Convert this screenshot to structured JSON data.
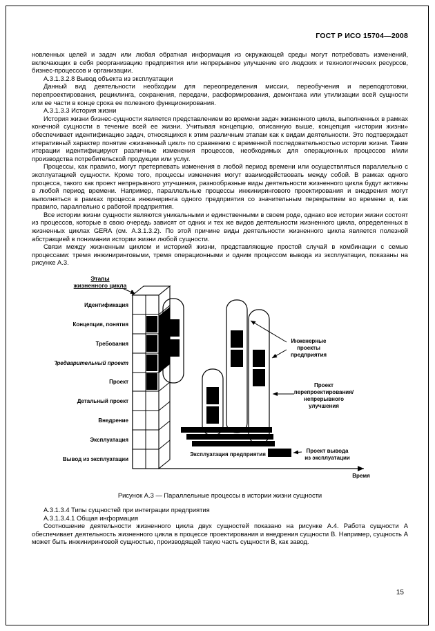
{
  "header": {
    "title": "ГОСТ Р ИСО 15704—2008"
  },
  "page_number": "15",
  "body_paragraphs": [
    "новленных целей и задач или любая обратная информация из окружающей среды могут потребовать изменений, включающих в себя реорганизацию предприятия или непрерывное улучшение его людских и технологических ресурсов, бизнес-процессов и организации.",
    "А.3.1.3.2.8 Вывод объекта из эксплуатации",
    "Данный вид деятельности необходим для переопределения миссии, переобучения и переподготовки, перепроектирования, рециклинга, сохранения, передачи, расформирования, демонтажа или утилизации всей сущности или ее части в конце срока ее полезного функционирования.",
    "А.3.1.3.3 История жизни",
    "История жизни бизнес-сущности является представлением во времени задач жизненного цикла, выполненных в рамках конечной сущности в течение всей ее жизни. Учитывая концепцию, описанную выше, концепция «истории жизни» обеспечивает идентификацию задач, относящихся к этим различным этапам как к видам деятельности. Это подтверждает итеративный характер понятие «жизненный цикл» по сравнению с временной последовательностью истории жизни. Такие итерации идентифицируют различные изменения процессов, необходимых для операционных процессов и/или производства потребительской продукции или услуг.",
    "Процессы, как правило, могут претерпевать изменения в любой период времени или  осуществляться параллельно с эксплуатацией сущности. Кроме того, процессы изменения могут взаимодействовать между собой. В рамках одного процесса, такого как проект непрерывного улучшения, разнообразные виды деятельности жизненного цикла будут активны в любой период времени. Например, параллельные процессы инжинирингового проектирования и внедрения могут выполняться в рамках процесса инжиниринга одного предприятия со значительным перекрытием во времени и, как правило, параллельно с работой предприятия.",
    "Все истории жизни сущности являются уникальными и единственными в своем роде, однако все истории жизни состоят из процессов, которые в свою очередь зависят от одних и тех же видов деятельности жизненного цикла, определенных в жизненных циклах GERA (см. А.3.1.3.2). По этой причине виды деятельности жизненного цикла является полезной абстракцией в понимании истории жизни любой сущности.",
    "Связи между жизненным циклом и историей жизни, представляющие простой случай в комбинации с семью процессами: тремя инжиниринговыми, тремя операционными и одним процессом вывода из эксплуатации, показаны на рисунке А.3."
  ],
  "figure": {
    "caption": "Рисунок А.3 — Параллельные процессы в истории жизни сущности",
    "stages_title": [
      "Этапы",
      "жизненного цикла"
    ],
    "phases": [
      "Идентификация",
      "Концепция, понятия",
      "Требования",
      "Предварительный проект",
      "Проект",
      "Детальный проект",
      "Внедрение",
      "Эксплуатация",
      "Вывод из эксплуатации"
    ],
    "time_label": "Время",
    "label_engineering": [
      "Инженерные",
      "проекты",
      "предприятия"
    ],
    "label_redesign": [
      "Проект",
      "перепроектирования/",
      "непрерывного",
      "улучшения"
    ],
    "label_operation": "Эксплуатация предприятия",
    "label_decommission": [
      "Проект вывода",
      "из эксплуатации"
    ]
  },
  "after_figure_paragraphs": [
    "А.3.1.3.4 Типы сущностей при интеграции предприятия",
    "А.3.1.3.4.1 Общая информация",
    "Соотношение деятельности жизненного цикла двух сущностей показано на рисунке А.4. Работа сущности А обеспечивает деятельность жизненного цикла в процессе проектирования и внедрения сущности В. Например, сущность А может быть инжиниринговой сущностью, производящей такую часть сущности В, как завод."
  ]
}
